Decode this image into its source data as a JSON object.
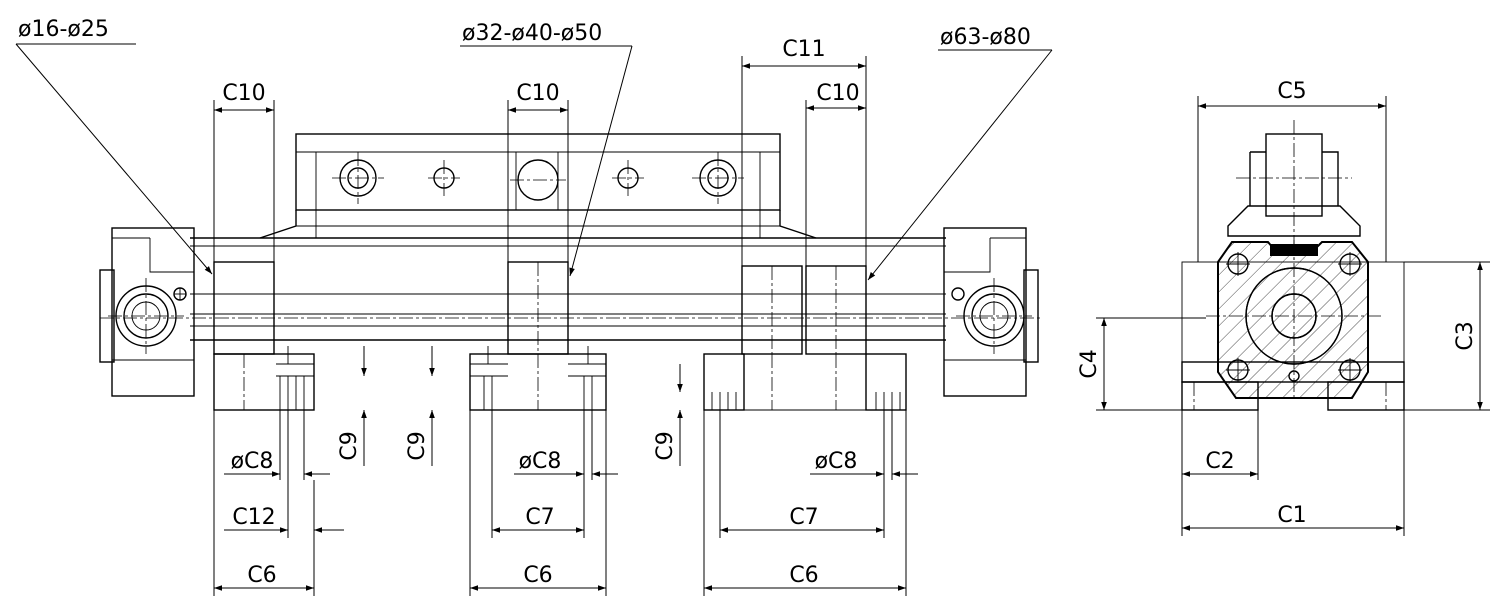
{
  "callouts": {
    "left": "ø16-ø25",
    "middle": "ø32-ø40-ø50",
    "right": "ø63-ø80"
  },
  "dimensions": {
    "c1": "C1",
    "c2": "C2",
    "c3": "C3",
    "c4": "C4",
    "c5": "C5",
    "c6": "C6",
    "c7": "C7",
    "c8": "øC8",
    "c9": "C9",
    "c10": "C10",
    "c11": "C11",
    "c12": "C12"
  }
}
